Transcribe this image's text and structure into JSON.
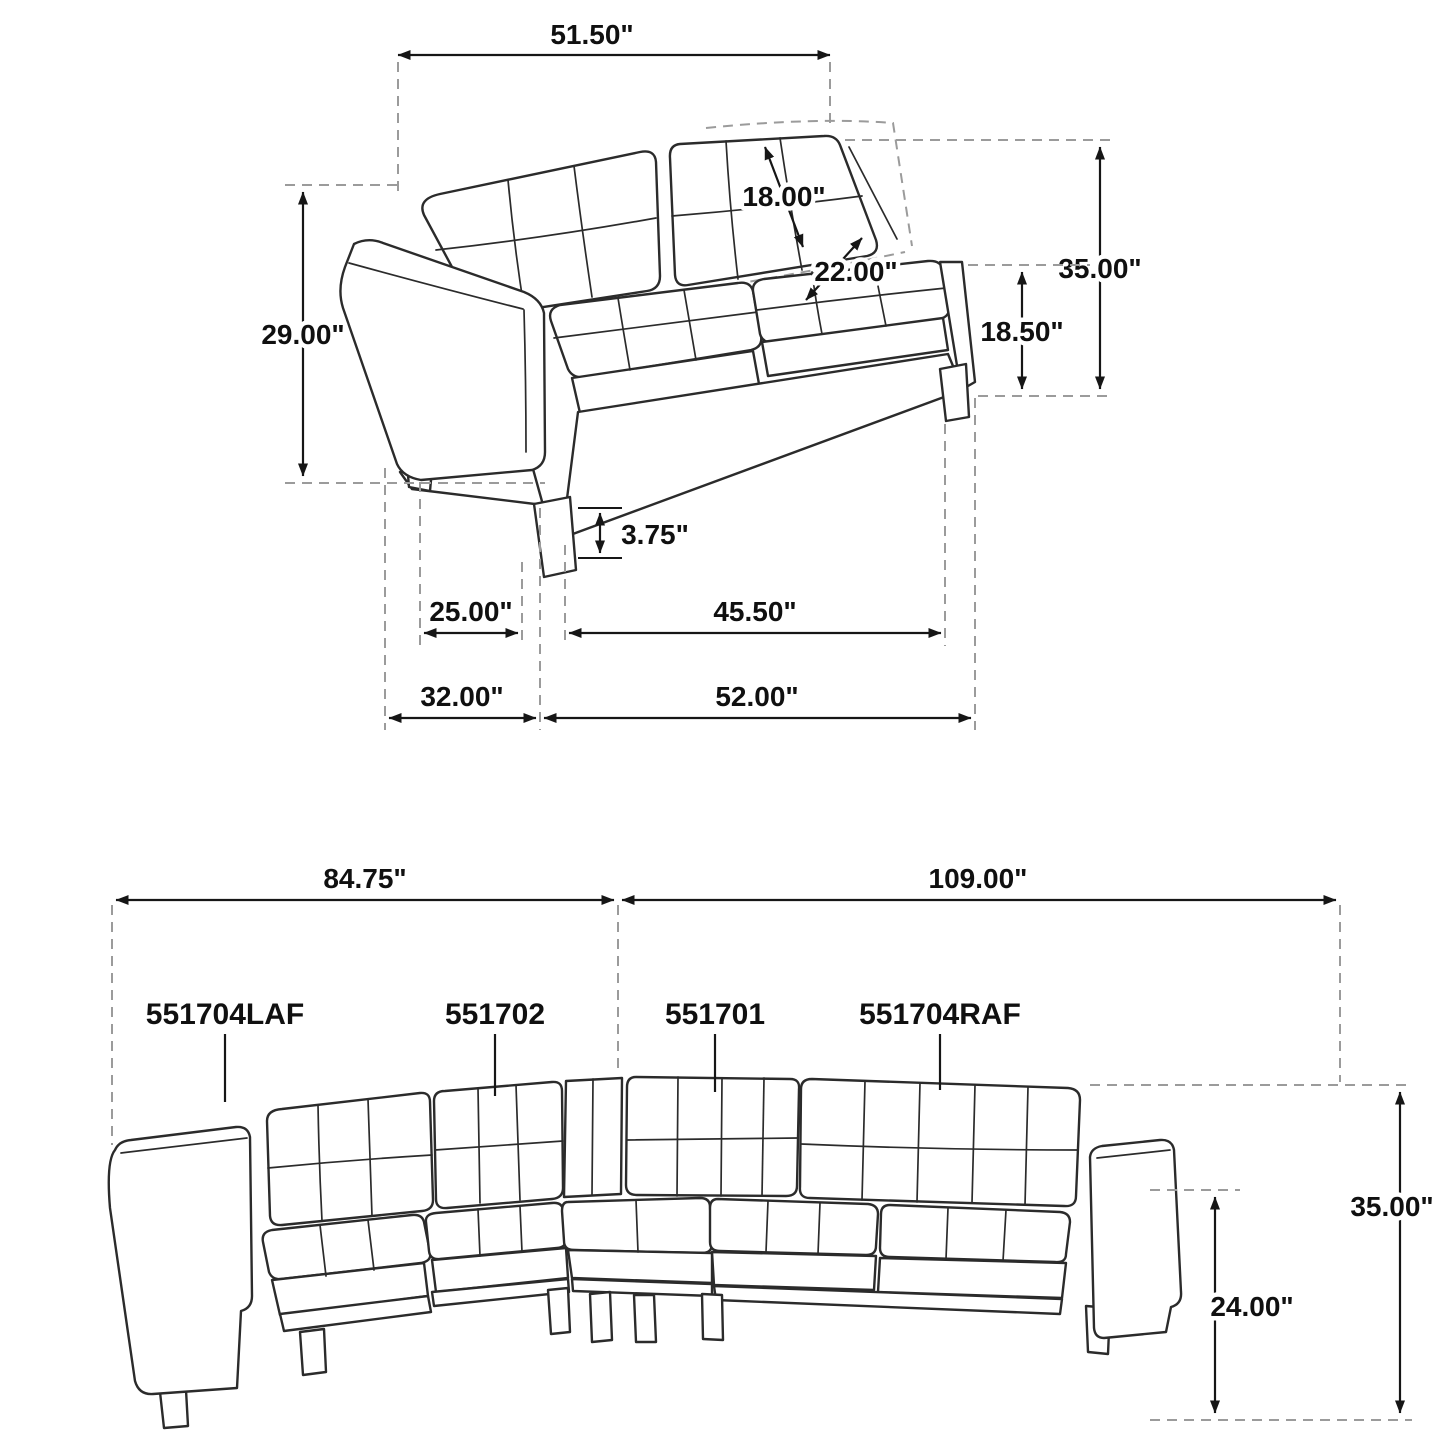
{
  "colors": {
    "background": "#ffffff",
    "artwork_line": "#2b2b2b",
    "dimension_line": "#161616",
    "extension_line": "#9b9b9b",
    "text": "#101010"
  },
  "loveseat": {
    "dims": {
      "back_width": "51.50\"",
      "back_cushion": "18.00\"",
      "seat_depth": "22.00\"",
      "arm_height": "29.00\"",
      "overall_height": "35.00\"",
      "seat_back_height": "18.50\"",
      "leg_height": "3.75\"",
      "arm_depth": "25.00\"",
      "seat_width": "45.50\"",
      "side_depth": "32.00\"",
      "overall_width": "52.00\""
    }
  },
  "sectional": {
    "dims": {
      "laf_width": "84.75\"",
      "raf_width": "109.00\"",
      "overall_height": "35.00\"",
      "seat_back_height": "24.00\""
    },
    "parts": [
      {
        "sku": "551704LAF"
      },
      {
        "sku": "551702"
      },
      {
        "sku": "551701"
      },
      {
        "sku": "551704RAF"
      }
    ]
  }
}
